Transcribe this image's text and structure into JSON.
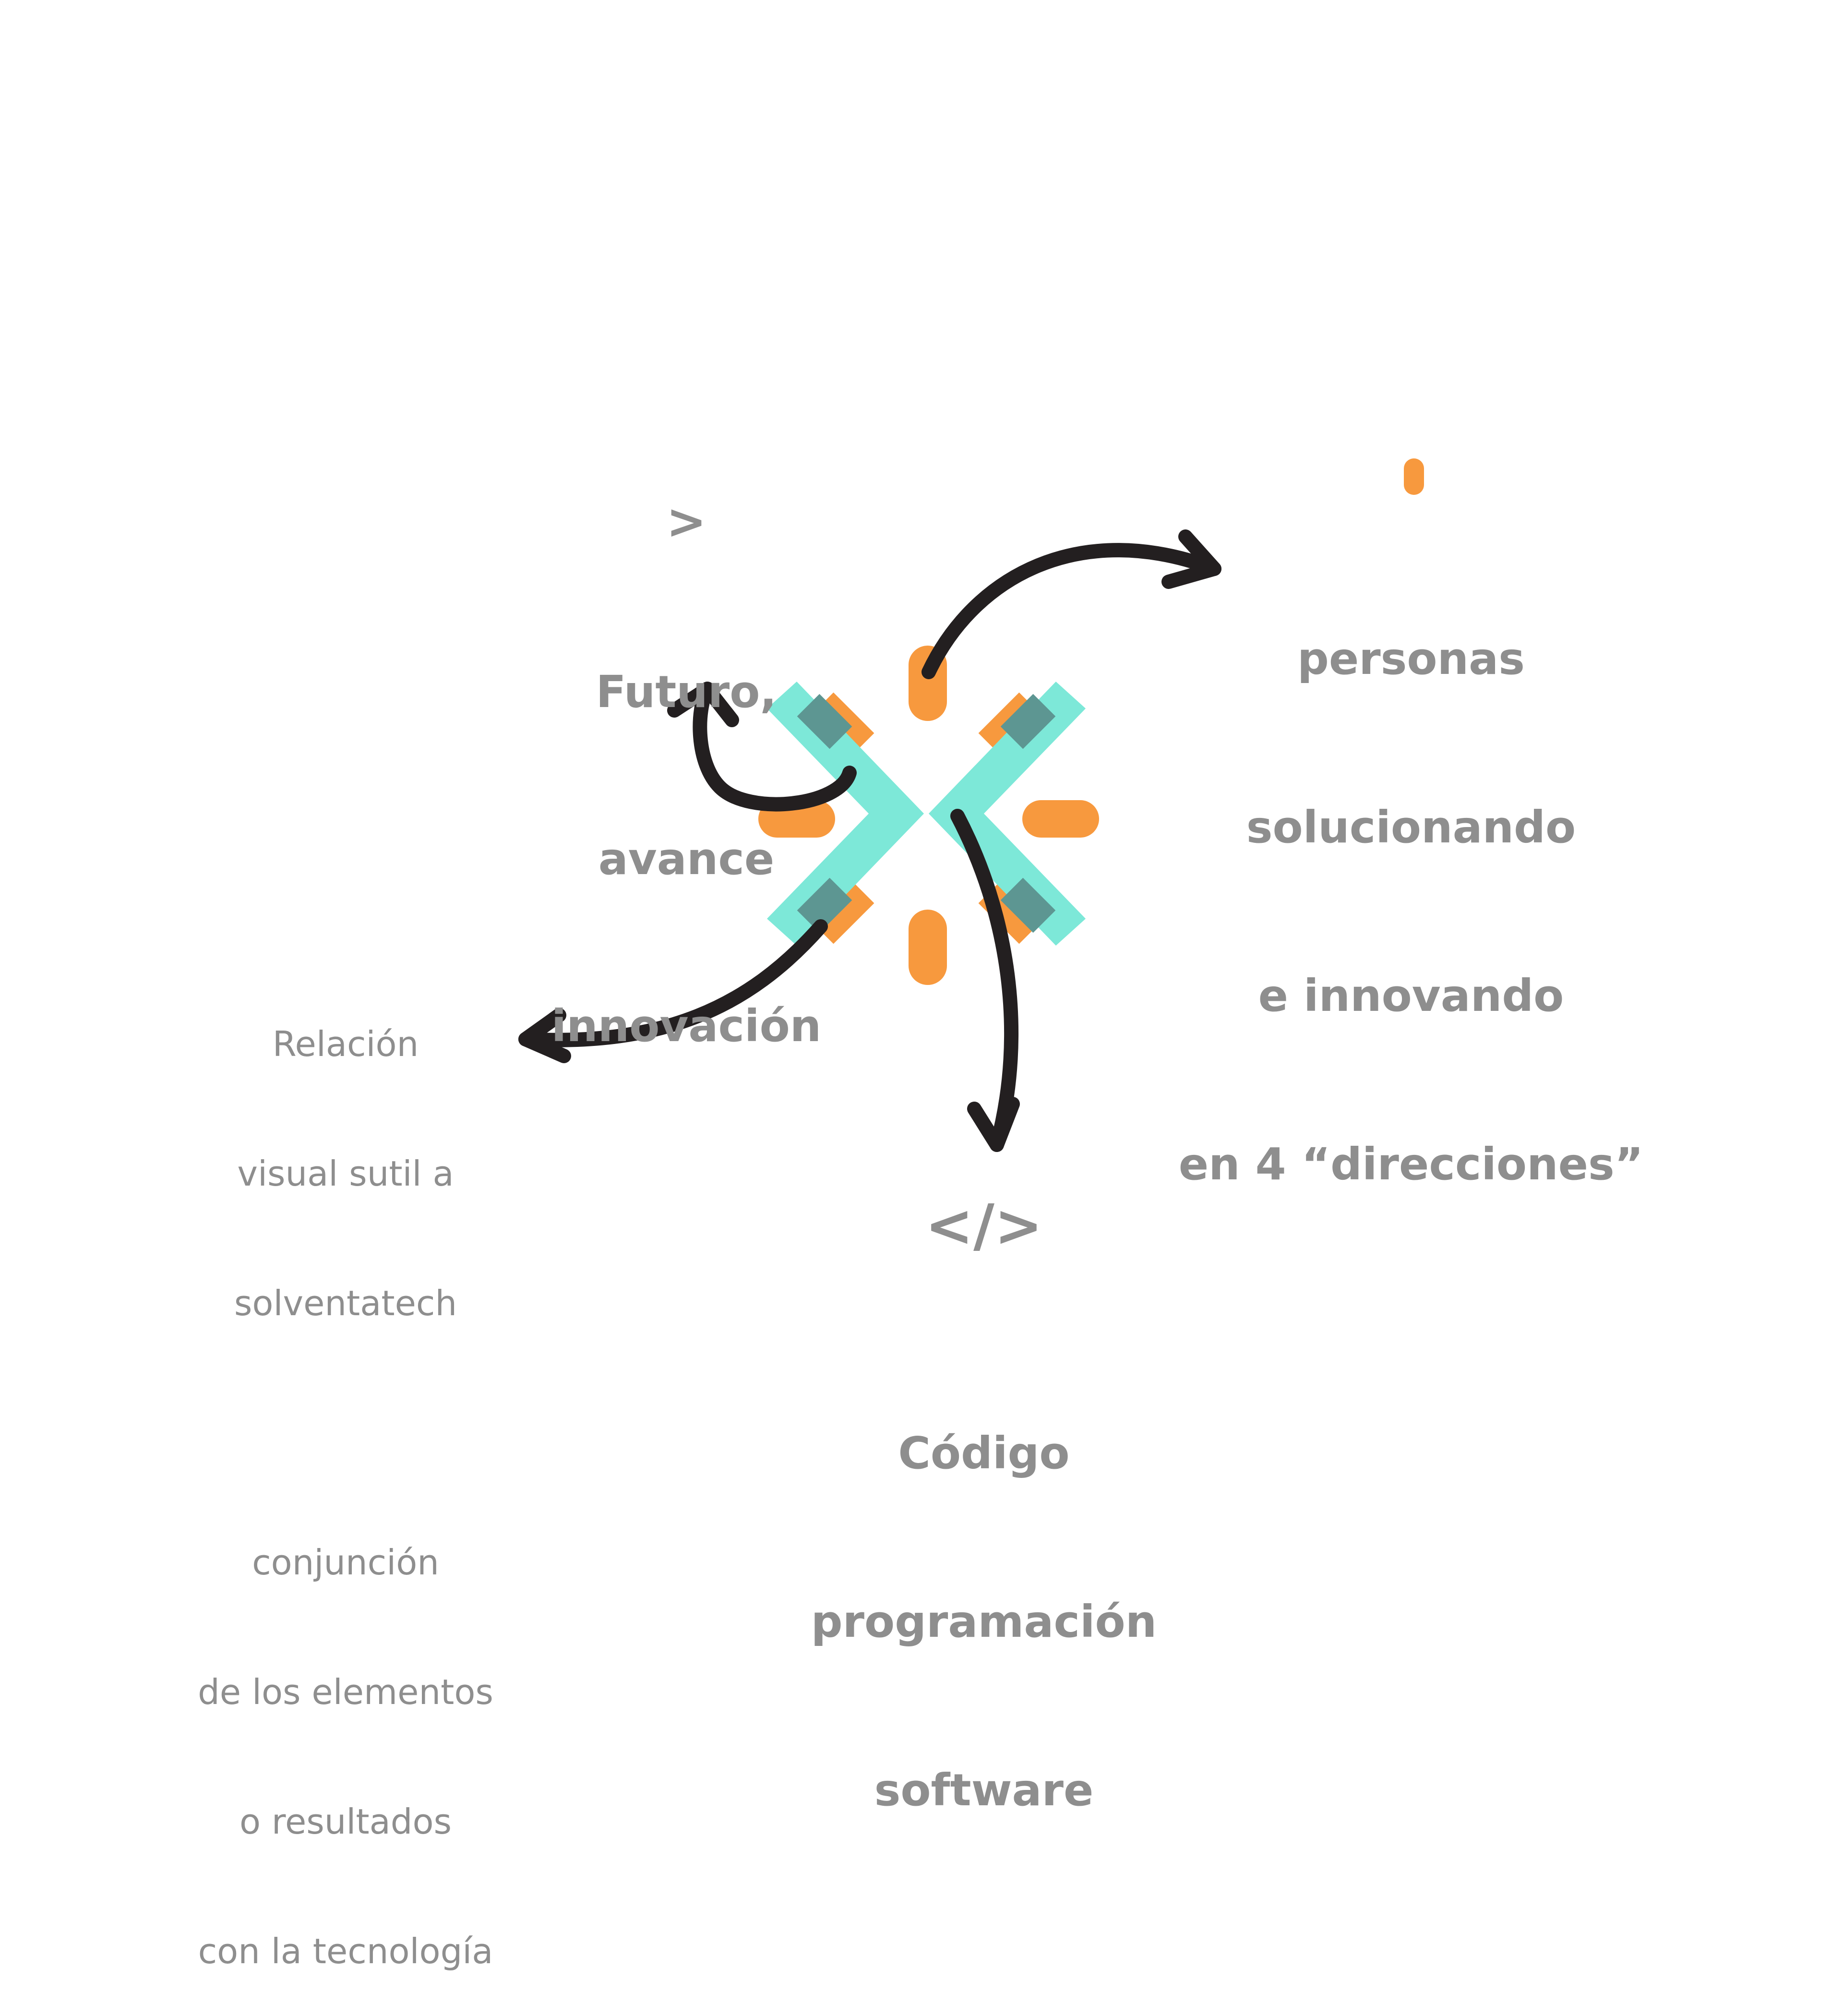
{
  "labels": {
    "futuro": {
      "symbol": ">",
      "lines": [
        "Futuro,",
        "avance",
        "innovación"
      ]
    },
    "personas": {
      "lines": [
        "personas",
        "solucionando",
        "e innovando",
        "en 4 “direcciones”"
      ]
    },
    "relacion": {
      "lines": [
        "Relación",
        "visual sutil a",
        "solventatech",
        "",
        "conjunción",
        "de los elementos",
        "o resultados",
        "con la tecnología"
      ]
    },
    "codigo": {
      "symbol": "</>",
      "lines": [
        "Código",
        "programación",
        "software"
      ]
    }
  },
  "colors": {
    "text": "#8e8e8e",
    "teal": "#7de8d8",
    "orange": "#f7993e",
    "overlap": "#5d9692",
    "arrow": "#231f20"
  },
  "icons": {
    "center_mark": "x-mark-icon",
    "person_mark": "orange-dash-icon"
  }
}
